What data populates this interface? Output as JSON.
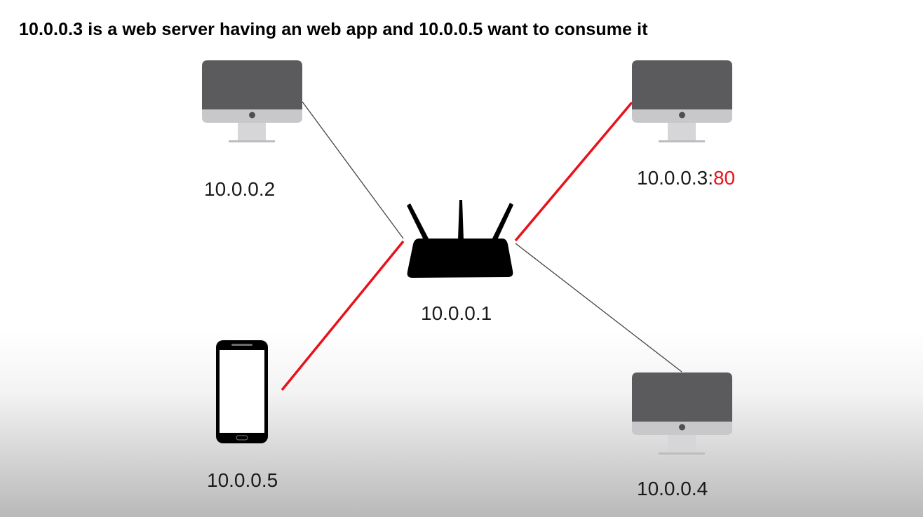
{
  "title": "10.0.0.3 is a web server having an web app and 10.0.0.5 want to consume it",
  "nodes": {
    "host_2": {
      "label": "10.0.0.2",
      "icon": "desktop-monitor-icon"
    },
    "host_3": {
      "label": "10.0.0.3:",
      "port": "80",
      "icon": "desktop-monitor-icon"
    },
    "host_4": {
      "label": "10.0.0.4",
      "icon": "desktop-monitor-icon"
    },
    "host_5": {
      "label": "10.0.0.5",
      "icon": "smartphone-icon"
    },
    "router": {
      "label": "10.0.0.1",
      "icon": "wifi-router-icon"
    }
  },
  "links": [
    {
      "from": "router",
      "to": "host_2",
      "highlighted": false
    },
    {
      "from": "router",
      "to": "host_3",
      "highlighted": true
    },
    {
      "from": "router",
      "to": "host_4",
      "highlighted": false
    },
    {
      "from": "router",
      "to": "host_5",
      "highlighted": true
    }
  ],
  "colors": {
    "highlight": "#e8121b",
    "link": "#444444",
    "monitor_screen": "#5b5b5d",
    "monitor_chin": "#c8c8ca",
    "monitor_stand": "#d6d6d8",
    "port": "#e8121b"
  }
}
